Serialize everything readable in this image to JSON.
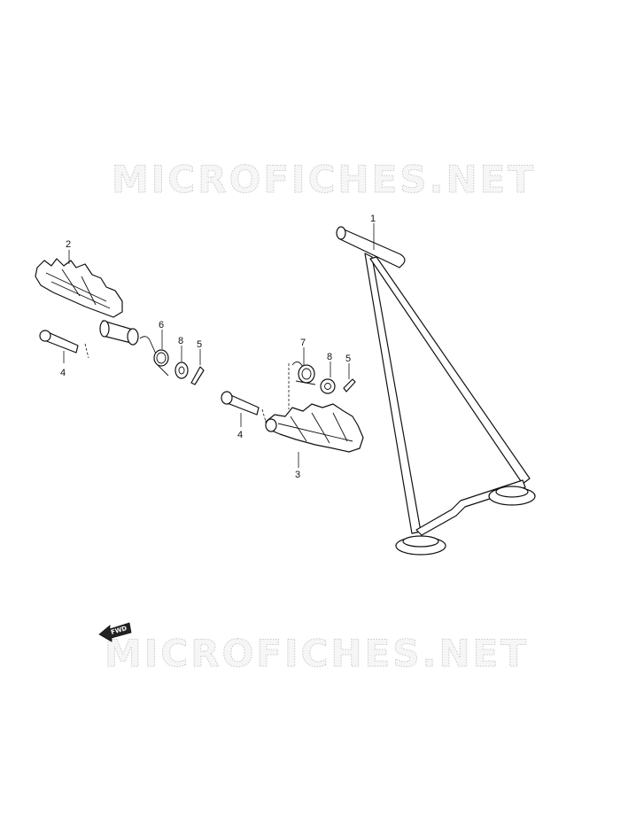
{
  "watermark": {
    "text": "MICROFICHES.NET",
    "color": "#c9c9c9"
  },
  "fwd_label": "FWD",
  "callouts": {
    "stand": "1",
    "left_footrest": "2",
    "right_footrest": "3",
    "left_pin": "4",
    "right_pin": "4",
    "left_cotter_pin": "5",
    "right_cotter_pin": "5",
    "left_spring": "6",
    "right_spring": "7",
    "left_washer": "8",
    "right_washer": "8"
  },
  "icons": [
    "fwd-arrow-icon"
  ]
}
